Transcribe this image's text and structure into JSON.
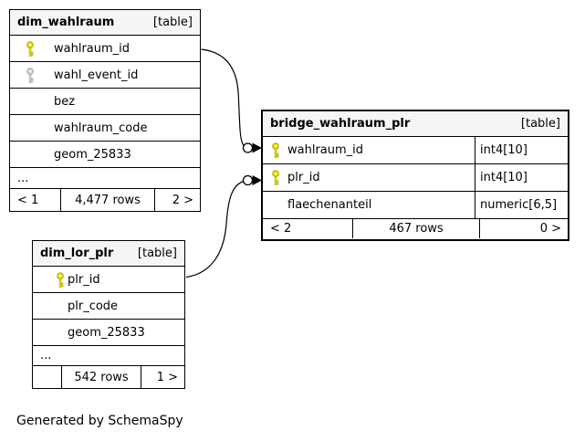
{
  "page": {
    "generated_note": "Generated by SchemaSpy",
    "background": "#ffffff",
    "line_color": "#000000",
    "header_bg": "#f5f5f5"
  },
  "icons": {
    "primary_key": {
      "fill": "#e9e900",
      "stroke": "#a3a300"
    },
    "secondary_key": {
      "fill": "#d6d6d6",
      "stroke": "#9e9e9e"
    }
  },
  "tables": {
    "dim_wahlraum": {
      "name": "dim_wahlraum",
      "badge": "[table]",
      "columns": [
        {
          "name": "wahlraum_id",
          "key": "primary"
        },
        {
          "name": "wahl_event_id",
          "key": "secondary"
        },
        {
          "name": "bez",
          "key": "none"
        },
        {
          "name": "wahlraum_code",
          "key": "none"
        },
        {
          "name": "geom_25833",
          "key": "none"
        }
      ],
      "ellipsis": "...",
      "pager": {
        "prev": "< 1",
        "rows": "4,477 rows",
        "next": "2 >"
      }
    },
    "bridge_wahlraum_plr": {
      "name": "bridge_wahlraum_plr",
      "badge": "[table]",
      "columns": [
        {
          "name": "wahlraum_id",
          "type": "int4[10]",
          "key": "primary"
        },
        {
          "name": "plr_id",
          "type": "int4[10]",
          "key": "primary"
        },
        {
          "name": "flaechenanteil",
          "type": "numeric[6,5]",
          "key": "none"
        }
      ],
      "pager": {
        "prev": "< 2",
        "rows": "467 rows",
        "next": "0 >"
      }
    },
    "dim_lor_plr": {
      "name": "dim_lor_plr",
      "badge": "[table]",
      "columns": [
        {
          "name": "plr_id",
          "key": "primary"
        },
        {
          "name": "plr_code",
          "key": "none"
        },
        {
          "name": "geom_25833",
          "key": "none"
        }
      ],
      "ellipsis": "...",
      "pager": {
        "prev": "",
        "rows": "542 rows",
        "next": "1 >"
      }
    }
  },
  "relationships": [
    {
      "from": "dim_wahlraum.wahlraum_id",
      "to": "bridge_wahlraum_plr.wahlraum_id"
    },
    {
      "from": "dim_lor_plr.plr_id",
      "to": "bridge_wahlraum_plr.plr_id"
    }
  ]
}
